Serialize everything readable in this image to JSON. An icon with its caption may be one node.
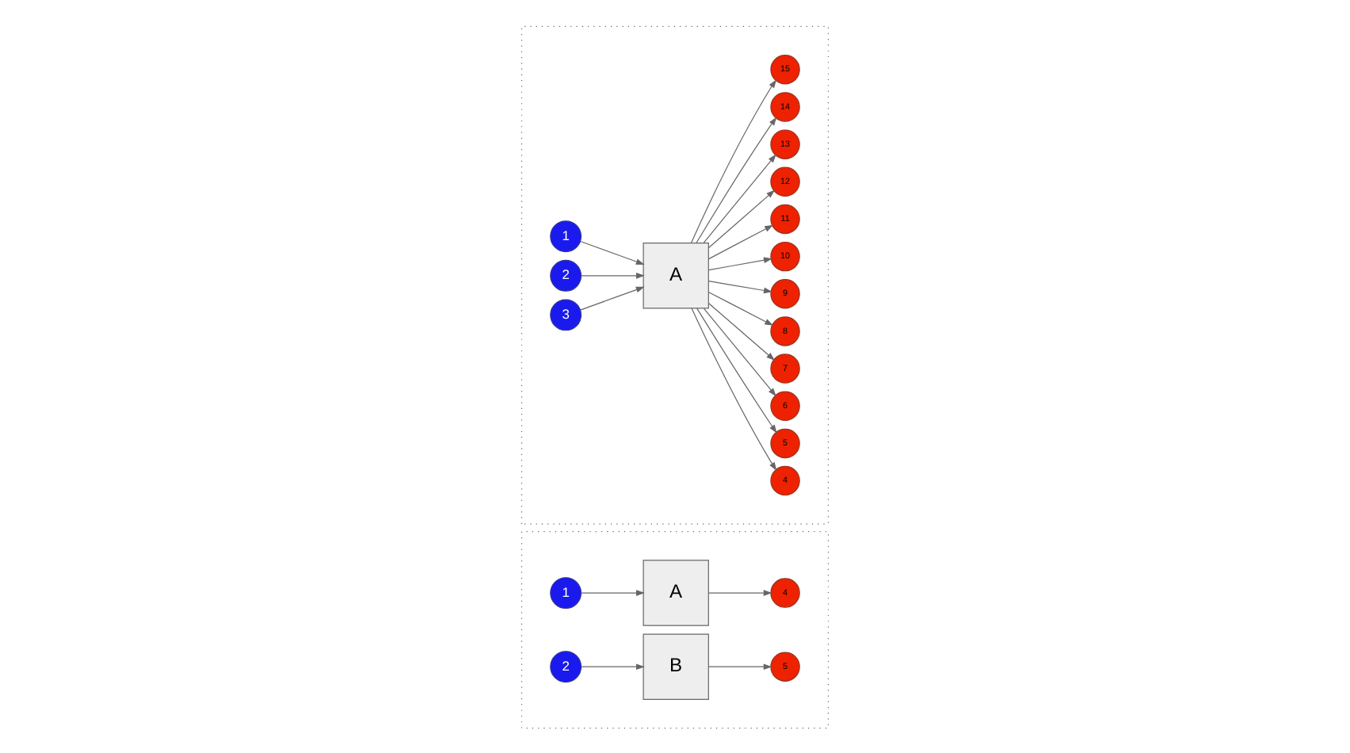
{
  "diagram": {
    "nodes": [
      {
        "text": [],
        "shape": "box"
      },
      {
        "text": [
          "1"
        ],
        "in": 0
      },
      {
        "text": [
          "A"
        ],
        "in": 0
      },
      {
        "text": [
          "4"
        ],
        "in": 0
      },
      {
        "text": [
          "2"
        ],
        "in": 0
      },
      {
        "text": [
          "B"
        ],
        "in": 0
      },
      {
        "text": [
          "5"
        ],
        "in": 0
      },
      {
        "text": [],
        "shape": "box"
      },
      {
        "text": [
          "1"
        ],
        "in": 7
      },
      {
        "text": [
          "2"
        ],
        "in": 7
      },
      {
        "text": [
          "3"
        ],
        "in": 7
      },
      {
        "text": [
          "A"
        ],
        "in": 7
      },
      {
        "text": [
          "4"
        ],
        "in": 7
      },
      {
        "text": [
          "5"
        ],
        "in": 7
      },
      {
        "text": [
          "6"
        ],
        "in": 7
      },
      {
        "text": [
          "7"
        ],
        "in": 7
      },
      {
        "text": [
          "8"
        ],
        "in": 7
      },
      {
        "text": [
          "9"
        ],
        "in": 7
      },
      {
        "text": [
          "10"
        ],
        "in": 7
      },
      {
        "text": [
          "11"
        ],
        "in": 7
      },
      {
        "text": [
          "12"
        ],
        "in": 7
      },
      {
        "text": [
          "13"
        ],
        "in": 7
      },
      {
        "text": [
          "14"
        ],
        "in": 7
      },
      {
        "text": [
          "15"
        ],
        "in": 7
      }
    ],
    "edges": [
      {
        "from": 1,
        "to": 2,
        "arrow": "to"
      },
      {
        "from": 2,
        "to": 3,
        "arrow": "to"
      },
      {
        "from": 4,
        "to": 5,
        "arrow": "to"
      },
      {
        "from": 5,
        "to": 6,
        "arrow": "to"
      },
      {
        "from": 8,
        "to": 11,
        "arrow": "to"
      },
      {
        "from": 9,
        "to": 11,
        "arrow": "to"
      },
      {
        "from": 10,
        "to": 11,
        "arrow": "to"
      },
      {
        "from": 11,
        "to": 12,
        "arrow": "to"
      },
      {
        "from": 11,
        "to": 13,
        "arrow": "to"
      },
      {
        "from": 11,
        "to": 14,
        "arrow": "to"
      },
      {
        "from": 11,
        "to": 15,
        "arrow": "to"
      },
      {
        "from": 11,
        "to": 16,
        "arrow": "to"
      },
      {
        "from": 11,
        "to": 17,
        "arrow": "to"
      },
      {
        "from": 11,
        "to": 18,
        "arrow": "to"
      },
      {
        "from": 11,
        "to": 19,
        "arrow": "to"
      },
      {
        "from": 11,
        "to": 20,
        "arrow": "to"
      },
      {
        "from": 11,
        "to": 21,
        "arrow": "to"
      },
      {
        "from": 11,
        "to": 22,
        "arrow": "to"
      },
      {
        "from": 11,
        "to": 23,
        "arrow": "to"
      }
    ]
  }
}
